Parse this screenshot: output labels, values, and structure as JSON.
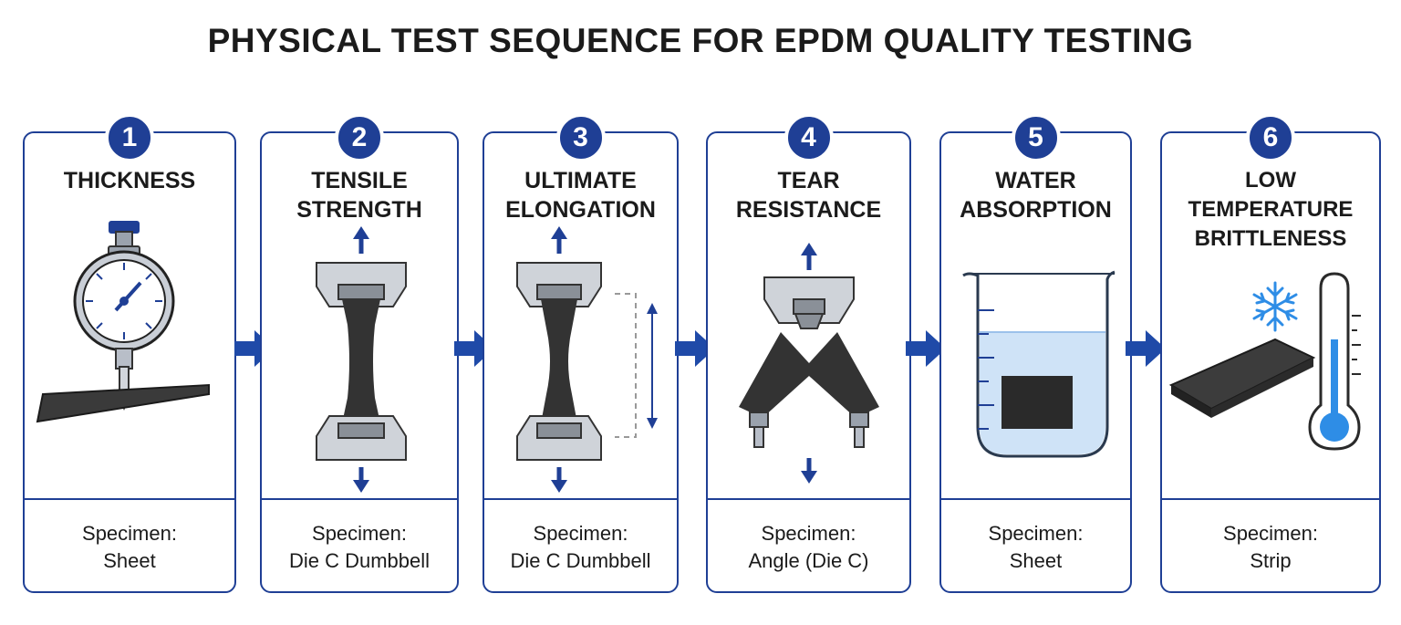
{
  "title": "PHYSICAL TEST SEQUENCE FOR EPDM QUALITY TESTING",
  "steps": [
    {
      "number": "1",
      "title_line1": "THICKNESS",
      "title_line2": "",
      "specimen_label": "Specimen:",
      "specimen_value": "Sheet",
      "icon": "dial-gauge-icon"
    },
    {
      "number": "2",
      "title_line1": "TENSILE",
      "title_line2": "STRENGTH",
      "specimen_label": "Specimen:",
      "specimen_value": "Die C Dumbbell",
      "icon": "tensile-test-icon"
    },
    {
      "number": "3",
      "title_line1": "ULTIMATE",
      "title_line2": "ELONGATION",
      "specimen_label": "Specimen:",
      "specimen_value": "Die C Dumbbell",
      "icon": "elongation-test-icon"
    },
    {
      "number": "4",
      "title_line1": "TEAR",
      "title_line2": "RESISTANCE",
      "specimen_label": "Specimen:",
      "specimen_value": "Angle (Die C)",
      "icon": "tear-test-icon"
    },
    {
      "number": "5",
      "title_line1": "WATER",
      "title_line2": "ABSORPTION",
      "specimen_label": "Specimen:",
      "specimen_value": "Sheet",
      "icon": "beaker-icon"
    },
    {
      "number": "6",
      "title_line1": "LOW TEMPERATURE",
      "title_line2": "BRITTLENESS",
      "specimen_label": "Specimen:",
      "specimen_value": "Strip",
      "icon": "thermometer-snowflake-icon"
    }
  ],
  "colors": {
    "accent": "#1f3f95",
    "specimen": "#333333",
    "water": "#cfe3f7",
    "cold": "#2e8de6"
  }
}
